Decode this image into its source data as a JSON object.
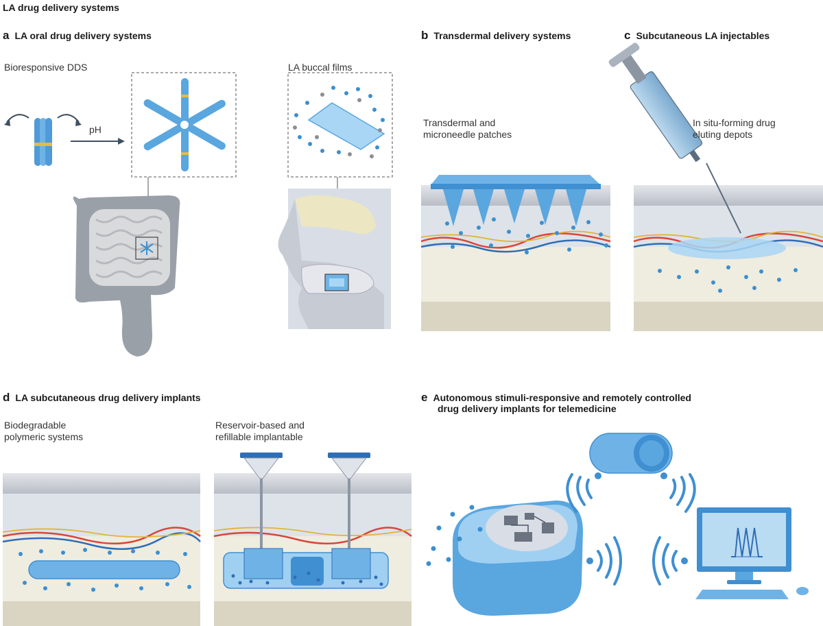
{
  "figure_title": "LA drug delivery systems",
  "panels": {
    "a": {
      "letter": "a",
      "heading": "LA oral drug delivery systems",
      "left_label": "Bioresponsive DDS",
      "trigger_label": "pH",
      "right_label": "LA buccal films"
    },
    "b": {
      "letter": "b",
      "heading": "Transdermal delivery systems",
      "label_line1": "Transdermal and",
      "label_line2": "microneedle patches"
    },
    "c": {
      "letter": "c",
      "heading": "Subcutaneous LA injectables",
      "label_line1": "In situ-forming drug",
      "label_line2": "eluting depots"
    },
    "d": {
      "letter": "d",
      "heading": "LA subcutaneous drug delivery implants",
      "left_line1": "Biodegradable",
      "left_line2": "polymeric systems",
      "right_line1": "Reservoir-based and",
      "right_line2": "refillable implantable"
    },
    "e": {
      "letter": "e",
      "heading_line1": "Autonomous stimuli-responsive and remotely controlled",
      "heading_line2": "drug delivery implants for telemedicine"
    }
  },
  "colors": {
    "skin_top": "#cfd2d8",
    "dermis": "#dde3e8",
    "fat": "#efece0",
    "muscle": "#d9d5c2",
    "drug_blue": "#3b8fd0",
    "device_blue": "#6fb3e6",
    "organ_gray": "#9aa0a8",
    "vessel_red": "#d9453a",
    "vessel_blue": "#2f6db5",
    "vessel_yellow": "#e0b43a"
  }
}
